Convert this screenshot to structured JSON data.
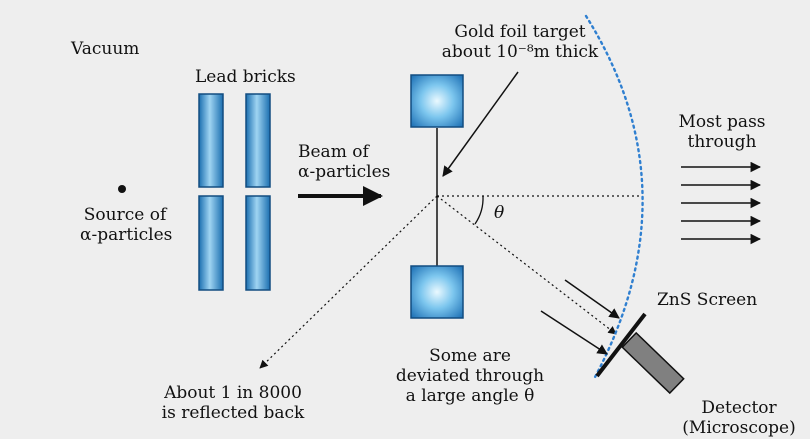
{
  "labels": {
    "vacuum": "Vacuum",
    "lead_bricks": "Lead bricks",
    "source_line1": "Source of",
    "source_line2": "α-particles",
    "beam_line1": "Beam of",
    "beam_line2": "α-particles",
    "gold_line1": "Gold foil target",
    "gold_line2": "about 10⁻⁸m thick",
    "most_line1": "Most pass",
    "most_line2": "through",
    "theta": "θ",
    "zns": "ZnS Screen",
    "some_line1": "Some are",
    "some_line2": "deviated through",
    "some_line3": "a large angle θ",
    "reflect_line1": "About 1 in 8000",
    "reflect_line2": "is reflected back",
    "detector_line1": "Detector",
    "detector_line2": "(Microscope)"
  },
  "colors": {
    "background": "#eeeeee",
    "brick": "#3a9ad6",
    "brick_light": "#9fd4f2",
    "foil_center": "#e9f8ff",
    "screen_dots": "#2f7fd0",
    "detector": "#808080",
    "line": "#111111"
  }
}
